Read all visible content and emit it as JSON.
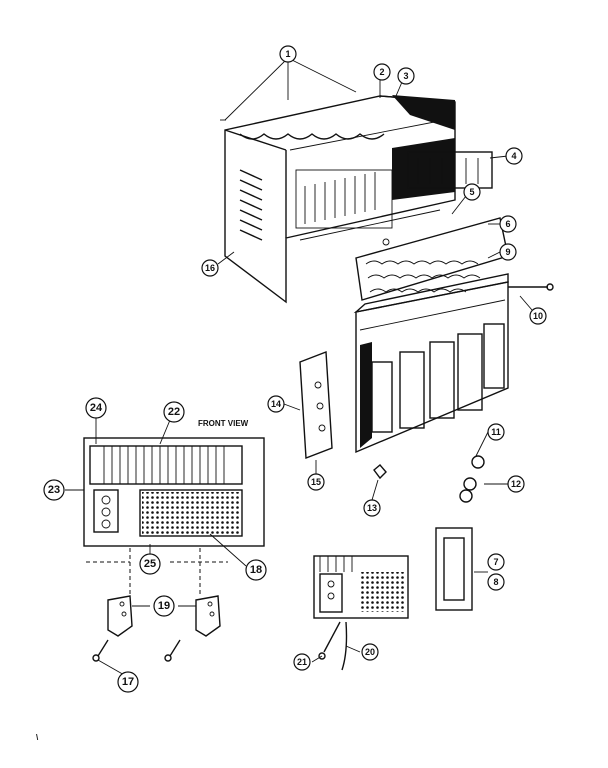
{
  "labels": {
    "front_view": "FRONT VIEW",
    "corner_mark": "\\"
  },
  "callouts": [
    "1",
    "2",
    "3",
    "4",
    "5",
    "6",
    "9",
    "10",
    "16",
    "14",
    "11",
    "12",
    "13",
    "15",
    "7",
    "8",
    "24",
    "22",
    "23",
    "25",
    "18",
    "19",
    "17",
    "21",
    "20"
  ]
}
